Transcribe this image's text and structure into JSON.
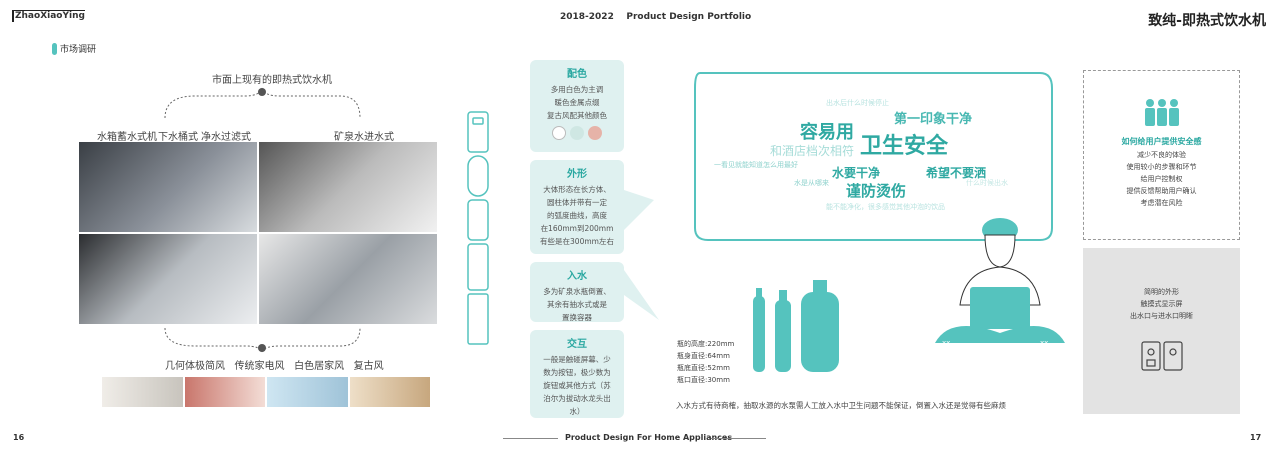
{
  "header": {
    "author": "ZhaoXiaoYing",
    "portfolio": "2018-2022    Product Design Portfolio",
    "title": "致纯-即热式饮水机"
  },
  "section_tag": "市场调研",
  "market": {
    "heading": "市面上现有的即热式饮水机",
    "types": [
      "水箱蓄水式机",
      "下水桶式",
      "净水过滤式",
      "矿泉水进水式"
    ],
    "styles": "几何体极简风   传统家电风   白色居家风   复古风"
  },
  "cards": [
    {
      "title": "配色",
      "body": [
        "多用白色为主调",
        "暖色金属点缀",
        "复古风配其他颜色"
      ]
    },
    {
      "title": "外形",
      "body": [
        "大体形态在长方体、",
        "圆柱体并带有一定",
        "的弧度曲线，高度",
        "在160mm到200mm",
        "有些是在300mm左右"
      ]
    },
    {
      "title": "入水",
      "body": [
        "多为矿泉水瓶倒置、",
        "其余有抽水式或是",
        "置换容器"
      ]
    },
    {
      "title": "交互",
      "body": [
        "一般是触碰屏幕、少",
        "数为按钮，极少数为",
        "旋钮或其他方式（苏",
        "泊尔为拔动水龙头出",
        "水）"
      ]
    }
  ],
  "swatches": [
    "#ffffff",
    "#cfe7e3",
    "#e6b3a8"
  ],
  "word_cloud": {
    "words": [
      "出水后什么时候停止",
      "第一印象干净",
      "容易用",
      "卫生安全",
      "和酒店档次相符",
      "一看见就能知道怎么用最好",
      "水要干净",
      "希望不要洒",
      "水是从哪来",
      "谨防烫伤",
      "什么时候出水",
      "能不能净化，很多感觉其他冲泡的饮品"
    ]
  },
  "bottle_specs": [
    "瓶的高度:220mm",
    "瓶身直径:64mm",
    "瓶底直径:52mm",
    "瓶口直径:30mm"
  ],
  "bottom_note": "入水方式有待商榷，抽取水源的水泵需人工放入水中卫生问题不能保证，倒置入水还是觉得有些麻烦",
  "safety": {
    "title": "如何给用户提供安全感",
    "items": [
      "减少不良的体验",
      "使用较小的步骤和环节",
      "给用户控制权",
      "提供反馈帮助用户确认",
      "考虑潜在风险"
    ]
  },
  "form_box": {
    "items": [
      "简明的外形",
      "触摸式显示屏",
      "出水口与进水口明晰"
    ]
  },
  "footer": {
    "left": "16",
    "mid": "Product Design For Home Appliances",
    "right": "17"
  },
  "colors": {
    "accent": "#55c3be",
    "card": "#dff1f0"
  }
}
